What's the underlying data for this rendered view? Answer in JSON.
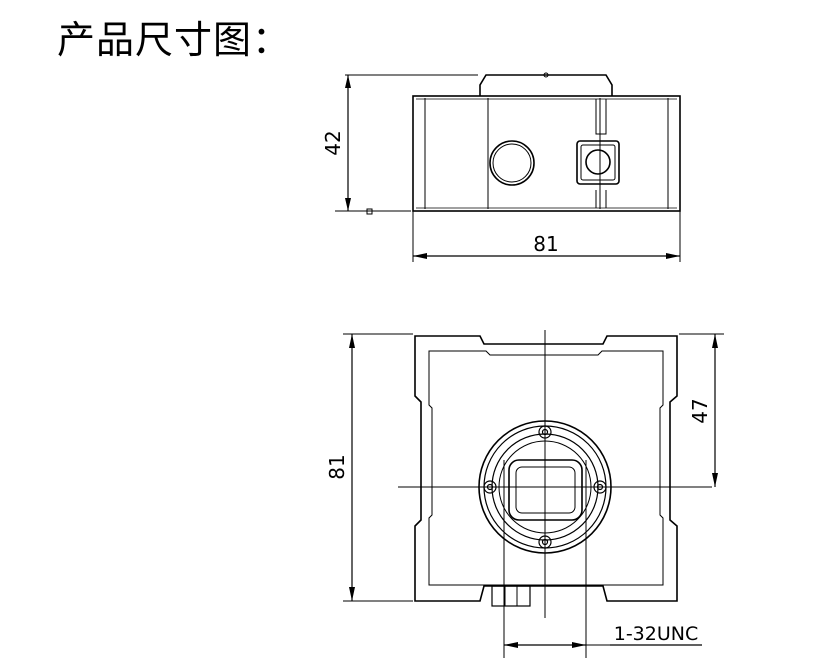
{
  "title": "产品尺寸图：",
  "side_view": {
    "height_label": "42",
    "width_label": "81"
  },
  "front_view": {
    "height_label": "81",
    "center_offset_label": "47",
    "mount_label": "1-32UNC"
  }
}
